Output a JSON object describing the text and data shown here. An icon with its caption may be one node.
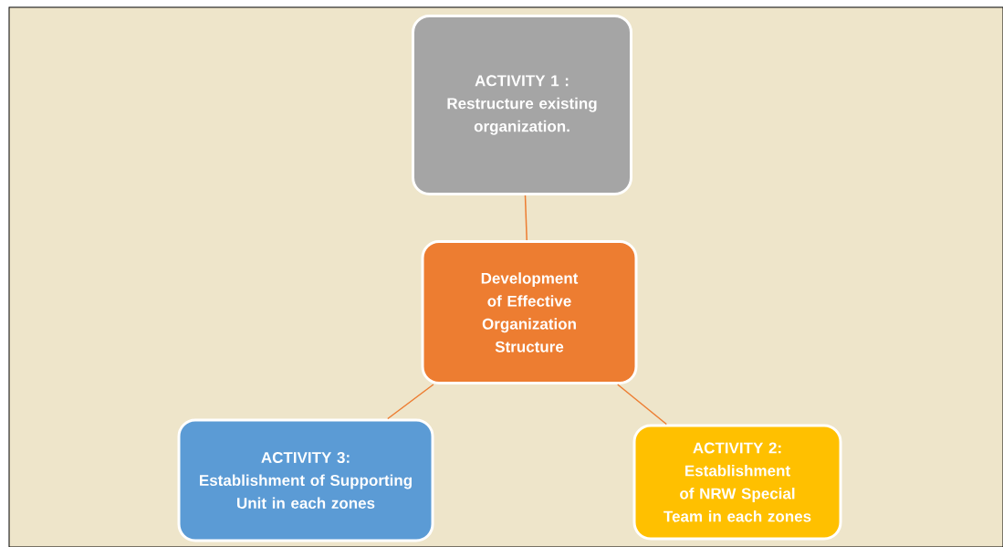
{
  "diagram": {
    "nodes": [
      {
        "text": [
          "ACTIVITY 1 :",
          "Restructure existing organization."
        ]
      },
      {
        "text": [
          "Development of Effective Organization Structure"
        ]
      },
      {
        "text": [
          "ACTIVITY 3:",
          "Establishment of Supporting Unit in each zones"
        ]
      },
      {
        "text": [
          "ACTIVITY 2:",
          "Establishment of NRW Special Team in each zones"
        ]
      }
    ],
    "edges": [
      {
        "from": 1,
        "to": 0,
        "arrow": "none"
      },
      {
        "from": 1,
        "to": 2,
        "arrow": "none"
      },
      {
        "from": 1,
        "to": 3,
        "arrow": "none"
      }
    ]
  }
}
